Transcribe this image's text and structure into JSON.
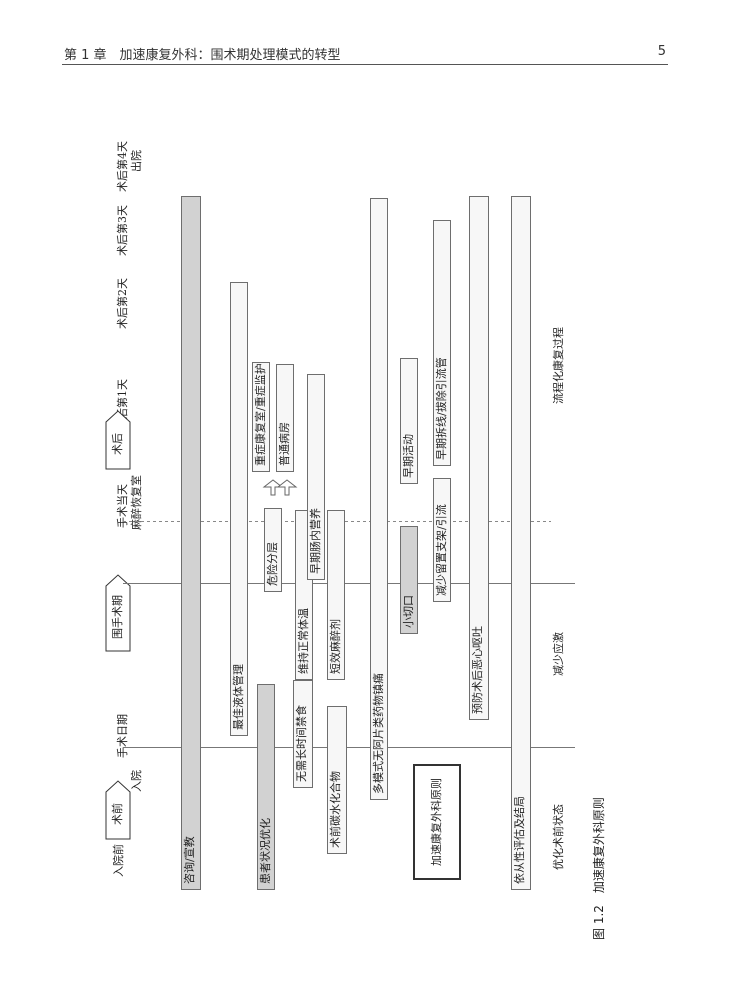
{
  "header": {
    "title": "第 1 章　加速康复外科：围术期处理模式的转型",
    "page_number": "5"
  },
  "timeline": {
    "points": [
      "入院前",
      "入院",
      "手术日期",
      "麻醉恢复室",
      "手术当天",
      "术后第1天",
      "术后第2天",
      "术后第3天",
      "术后第4天",
      "出院"
    ]
  },
  "phases": [
    "术前",
    "围手术期",
    "术后"
  ],
  "bars": {
    "consult": "咨询/宣教",
    "patient_opt": "患者状况优化",
    "fluid": "最佳液体管理",
    "no_fasting": "无需长时间禁食",
    "carb": "术前碳水化合物",
    "normothermia": "维持正常体温",
    "short_anes": "短效麻醉剂",
    "risk": "危险分层",
    "icu": "重症康复室/重症监护病房",
    "ward": "普通病房",
    "enteral": "早期肠内营养",
    "analgesia": "多模式无阿片类药物镇痛",
    "incision": "小切口",
    "mobilize": "早期活动",
    "fewer_tubes": "减少留置支架/引流",
    "remove_tubes": "早期拆线/拔除引流管",
    "ponv": "预防术后恶心呕吐",
    "compliance": "依从性评估及结局"
  },
  "bottom_labels": {
    "preop": "优化术前状态",
    "stress": "减少应激",
    "process": "流程化康复过程"
  },
  "legend": "加速康复外科原则",
  "caption": "图 1.2　加速康复外科原则"
}
